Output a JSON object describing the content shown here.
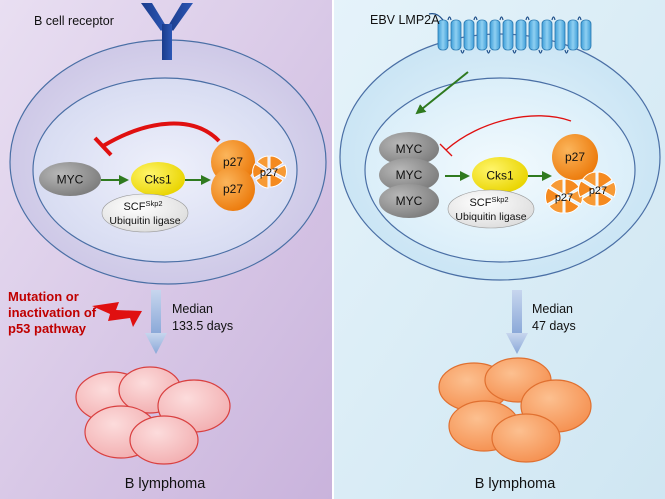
{
  "left_panel": {
    "receptor_label": "B cell receptor",
    "myc_label": "MYC",
    "cks1_label": "Cks1",
    "p27_label": "p27",
    "scf_label": "SCF",
    "scf_superscript": "Skp2",
    "ligase_label": "Ubiquitin ligase",
    "mutation_text": [
      "Mutation or",
      "inactivation of",
      "p53 pathway"
    ],
    "median_label": "Median",
    "median_value": "133.5 days",
    "outcome_label": "B lymphoma"
  },
  "right_panel": {
    "receptor_label": "EBV LMP2A",
    "myc_label": "MYC",
    "cks1_label": "Cks1",
    "p27_label": "p27",
    "scf_label": "SCF",
    "scf_superscript": "Skp2",
    "ligase_label": "Ubiquitin ligase",
    "median_label": "Median",
    "median_value": "47 days",
    "outcome_label": "B lymphoma"
  },
  "colors": {
    "left_background": "#dccbe8",
    "right_background": "#d9edf7",
    "myc": "#8f8f8f",
    "cks1": "#f5e400",
    "p27": "#f08a14",
    "inhibition_line": "#e01010",
    "activation_arrow": "#2f7a1f",
    "mutation_text": "#c00000",
    "lymphoma_left": "#f6c2c2",
    "lymphoma_right": "#f8a66a"
  }
}
